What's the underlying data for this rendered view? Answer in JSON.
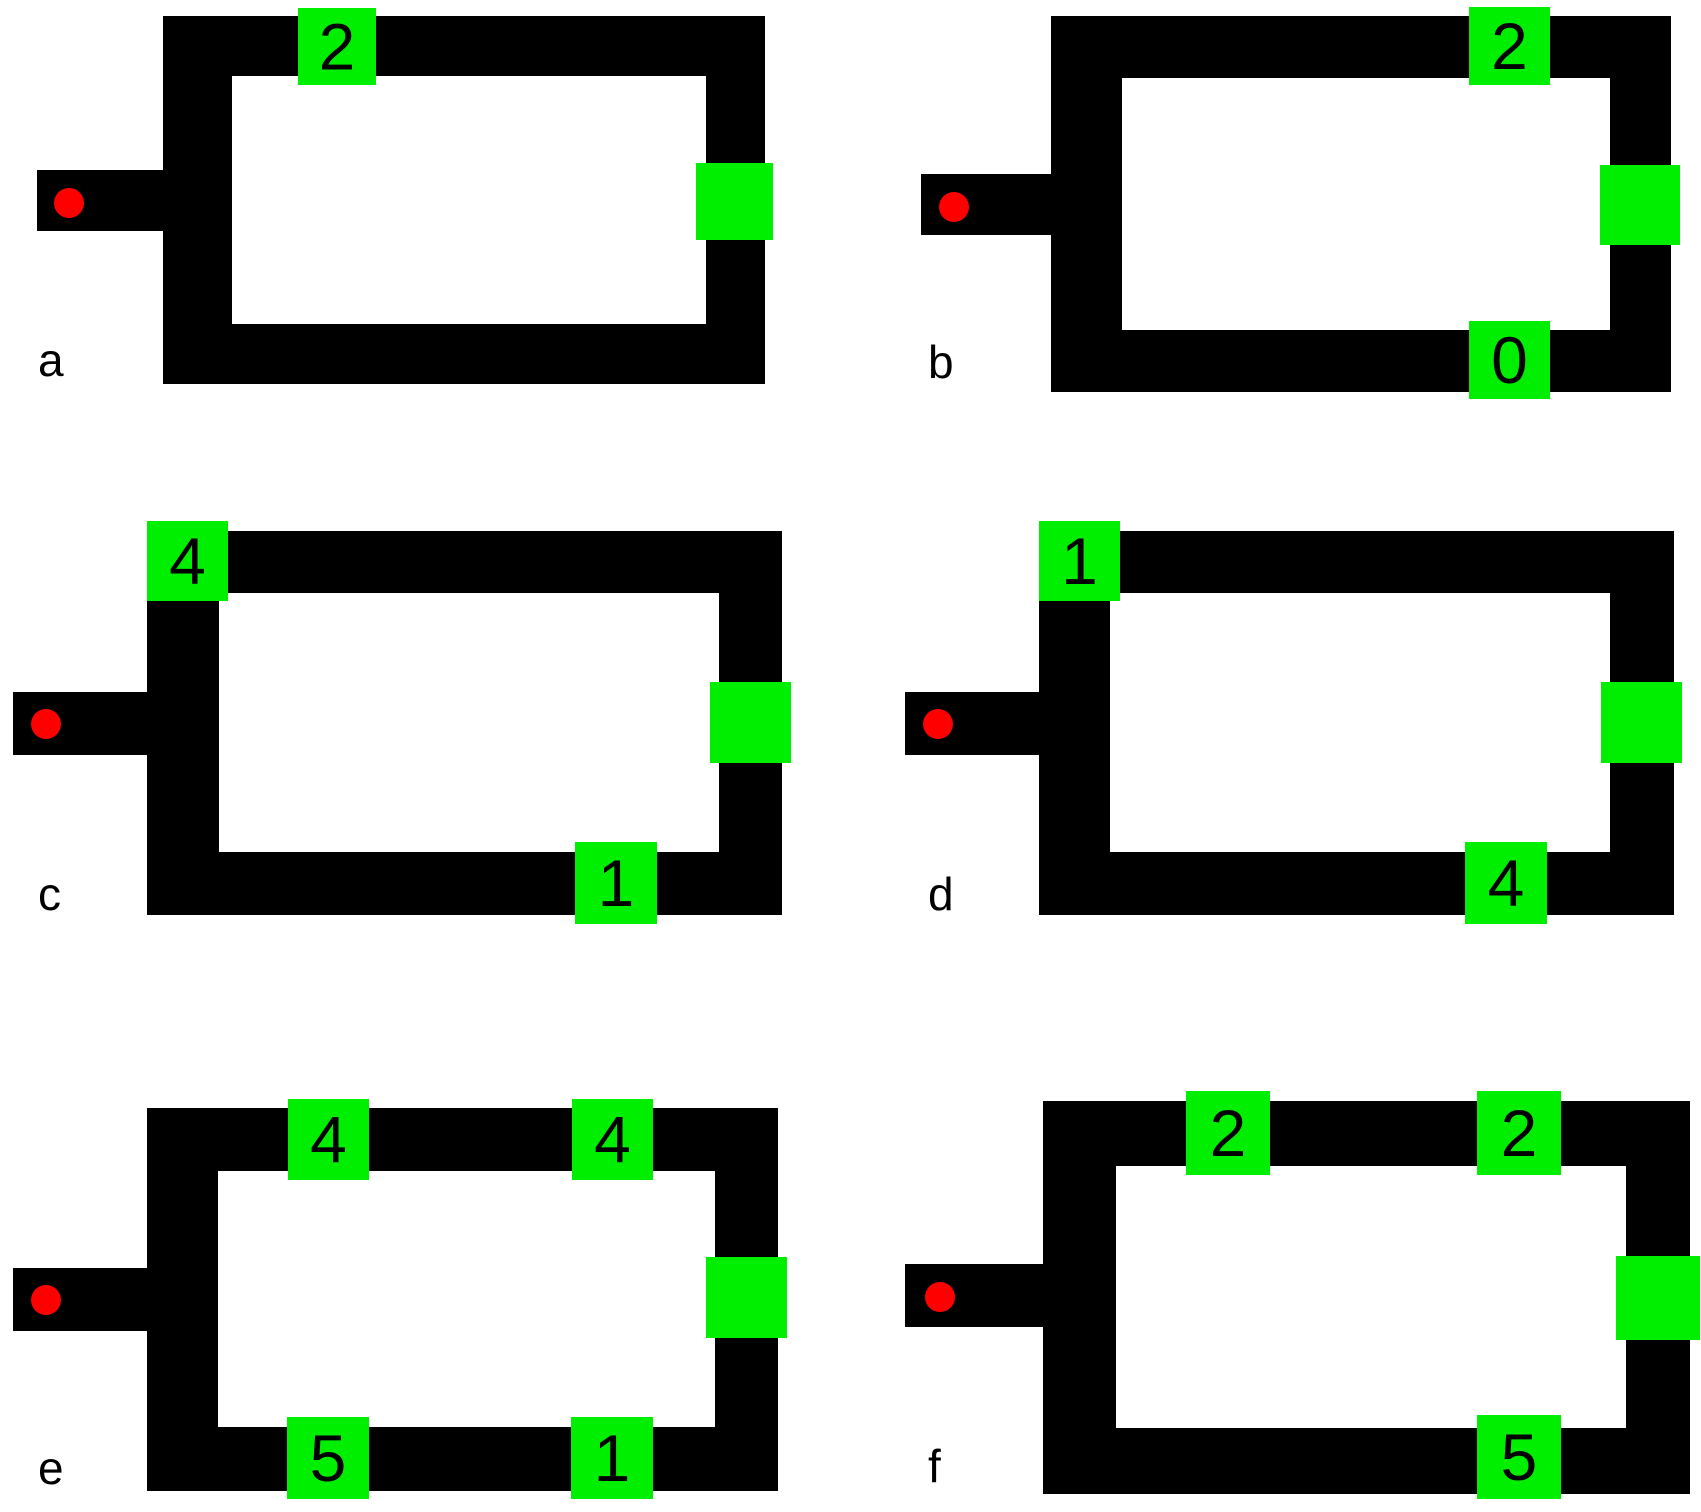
{
  "colors": {
    "track": "#000000",
    "marker": "#00ee00",
    "start_dot": "#ff0000",
    "background": "#ffffff"
  },
  "panels": [
    {
      "letter": "a",
      "markers": [
        {
          "slot": "top-a",
          "label": "2"
        },
        {
          "slot": "goal",
          "label": ""
        }
      ]
    },
    {
      "letter": "b",
      "markers": [
        {
          "slot": "top-b",
          "label": "2"
        },
        {
          "slot": "goal",
          "label": ""
        },
        {
          "slot": "bottom-b",
          "label": "0"
        }
      ]
    },
    {
      "letter": "c",
      "markers": [
        {
          "slot": "top-left",
          "label": "4"
        },
        {
          "slot": "goal",
          "label": ""
        },
        {
          "slot": "bottom-b",
          "label": "1"
        }
      ]
    },
    {
      "letter": "d",
      "markers": [
        {
          "slot": "top-left",
          "label": "1"
        },
        {
          "slot": "goal",
          "label": ""
        },
        {
          "slot": "bottom-b",
          "label": "4"
        }
      ]
    },
    {
      "letter": "e",
      "markers": [
        {
          "slot": "top-a",
          "label": "4"
        },
        {
          "slot": "top-b",
          "label": "4"
        },
        {
          "slot": "goal",
          "label": ""
        },
        {
          "slot": "bottom-a",
          "label": "5"
        },
        {
          "slot": "bottom-b",
          "label": "1"
        }
      ]
    },
    {
      "letter": "f",
      "markers": [
        {
          "slot": "top-a",
          "label": "2"
        },
        {
          "slot": "top-b",
          "label": "2"
        },
        {
          "slot": "goal",
          "label": ""
        },
        {
          "slot": "bottom-b",
          "label": "5"
        }
      ]
    }
  ]
}
